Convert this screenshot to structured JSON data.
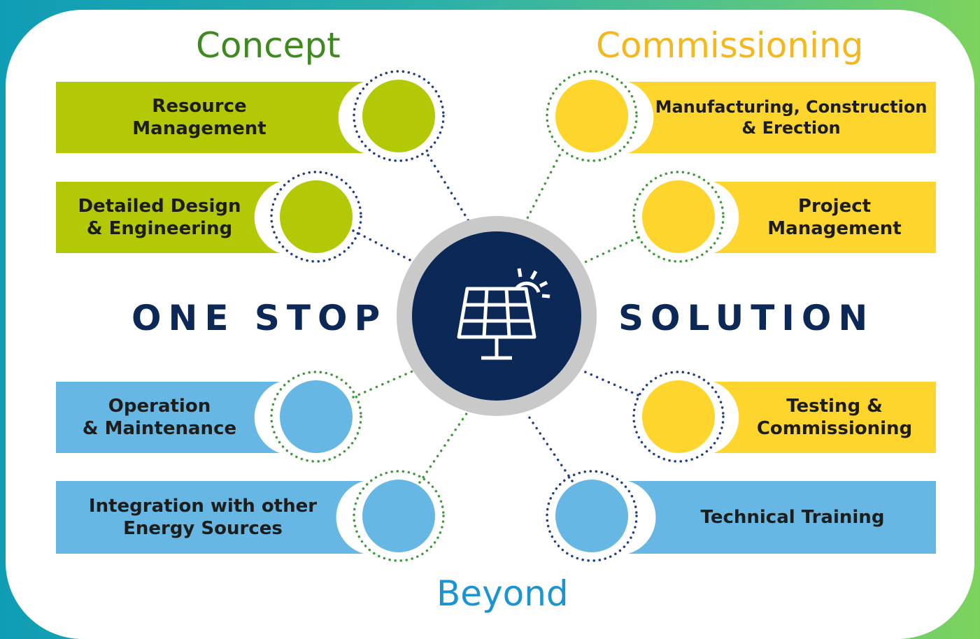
{
  "sections": {
    "concept": "Concept",
    "commissioning": "Commissioning",
    "beyond": "Beyond"
  },
  "banner": {
    "left": "ONE STOP",
    "right": "SOLUTION"
  },
  "center_icon": "solar-panel-icon",
  "colors": {
    "green": "#b3c906",
    "yellow": "#fdd52d",
    "blue": "#66b7e3",
    "navy": "#0c2857"
  },
  "items": {
    "resource": "Resource\nManagement",
    "design": "Detailed Design\n& Engineering",
    "operation": "Operation\n& Maintenance",
    "integration": "Integration with other\nEnergy Sources",
    "manufacturing": "Manufacturing, Construction\n& Erection",
    "project": "Project\nManagement",
    "testing": "Testing &\nCommissioning",
    "training": "Technical Training"
  }
}
